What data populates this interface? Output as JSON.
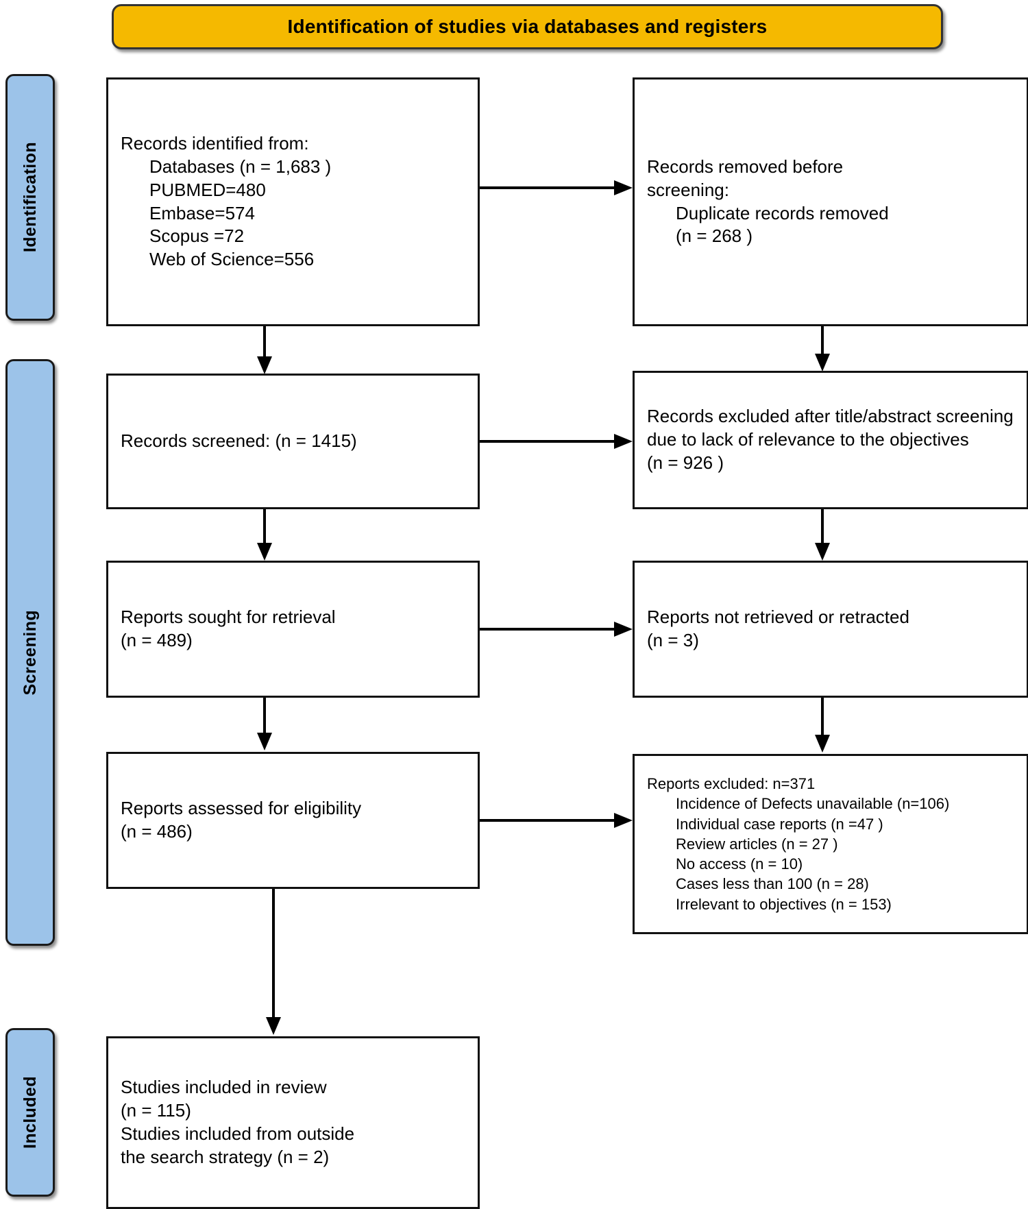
{
  "banner": {
    "title": "Identification of studies via databases and registers",
    "fill": "#F5B900"
  },
  "stages": [
    {
      "id": "identification",
      "label": "Identification",
      "fill": "#9CC3E9"
    },
    {
      "id": "screening",
      "label": "Screening",
      "fill": "#9CC3E9"
    },
    {
      "id": "included",
      "label": "Included",
      "fill": "#9CC3E9"
    }
  ],
  "boxes": {
    "identified": {
      "name": "records-identified-box",
      "lines": [
        {
          "text": "Records identified from:",
          "indent": 0
        },
        {
          "text": "Databases (n = 1,683 )",
          "indent": 1
        },
        {
          "text": "PUBMED=480",
          "indent": 1
        },
        {
          "text": "Embase=574",
          "indent": 1
        },
        {
          "text": "Scopus =72",
          "indent": 1
        },
        {
          "text": "Web of Science=556",
          "indent": 1
        }
      ]
    },
    "removed": {
      "name": "records-removed-box",
      "lines": [
        {
          "text": "Records removed before",
          "indent": 0
        },
        {
          "text": "screening:",
          "indent": 0
        },
        {
          "text": "Duplicate records removed",
          "indent": 1
        },
        {
          "text": "(n = 268 )",
          "indent": 1
        }
      ]
    },
    "screened": {
      "name": "records-screened-box",
      "lines": [
        {
          "text": "Records screened: (n = 1415)",
          "indent": 0
        }
      ]
    },
    "excluded_title": {
      "name": "records-excluded-box",
      "lines": [
        {
          "text": "Records excluded after title/abstract screening due to lack of relevance to the objectives",
          "indent": 0
        },
        {
          "text": "(n = 926 )",
          "indent": 0
        }
      ]
    },
    "sought": {
      "name": "reports-sought-box",
      "lines": [
        {
          "text": "Reports sought for retrieval",
          "indent": 0
        },
        {
          "text": "(n = 489)",
          "indent": 0
        }
      ]
    },
    "not_retrieved": {
      "name": "reports-not-retrieved-box",
      "lines": [
        {
          "text": "Reports not retrieved or retracted",
          "indent": 0
        },
        {
          "text": "(n = 3)",
          "indent": 0
        }
      ]
    },
    "assessed": {
      "name": "reports-assessed-box",
      "lines": [
        {
          "text": "Reports assessed for eligibility",
          "indent": 0
        },
        {
          "text": "(n = 486)",
          "indent": 0
        }
      ]
    },
    "reports_excluded": {
      "name": "reports-excluded-box",
      "lines": [
        {
          "text": "Reports excluded: n=371",
          "indent": 0
        },
        {
          "text": "Incidence of Defects unavailable (n=106)",
          "indent": 1
        },
        {
          "text": "Individual case reports (n =47 )",
          "indent": 1
        },
        {
          "text": "Review articles (n = 27 )",
          "indent": 1
        },
        {
          "text": "No access (n = 10)",
          "indent": 1
        },
        {
          "text": "Cases less than 100 (n = 28)",
          "indent": 1
        },
        {
          "text": "Irrelevant to objectives (n = 153)",
          "indent": 1
        }
      ]
    },
    "included": {
      "name": "studies-included-box",
      "lines": [
        {
          "text": "Studies included in review",
          "indent": 0
        },
        {
          "text": "(n = 115)",
          "indent": 0
        },
        {
          "text": "Studies included from outside",
          "indent": 0
        },
        {
          "text": "the search strategy (n = 2)",
          "indent": 0
        }
      ]
    }
  },
  "chart_data": {
    "type": "diagram",
    "title": "Identification of studies via databases and registers",
    "nodes": [
      {
        "id": "identified",
        "stage": "Identification",
        "column": "left",
        "label": "Records identified from: Databases (n = 1,683 ); PUBMED=480; Embase=574; Scopus =72; Web of Science=556",
        "n": 1683
      },
      {
        "id": "removed",
        "stage": "Identification",
        "column": "right",
        "label": "Records removed before screening: Duplicate records removed",
        "n": 268
      },
      {
        "id": "screened",
        "stage": "Screening",
        "column": "left",
        "label": "Records screened",
        "n": 1415
      },
      {
        "id": "excluded_title",
        "stage": "Screening",
        "column": "right",
        "label": "Records excluded after title/abstract screening due to lack of relevance to the objectives",
        "n": 926
      },
      {
        "id": "sought",
        "stage": "Screening",
        "column": "left",
        "label": "Reports sought for retrieval",
        "n": 489
      },
      {
        "id": "not_retrieved",
        "stage": "Screening",
        "column": "right",
        "label": "Reports not retrieved or retracted",
        "n": 3
      },
      {
        "id": "assessed",
        "stage": "Screening",
        "column": "left",
        "label": "Reports assessed for eligibility",
        "n": 486
      },
      {
        "id": "reports_excluded",
        "stage": "Screening",
        "column": "right",
        "label": "Reports excluded",
        "n": 371,
        "breakdown": [
          {
            "reason": "Incidence of Defects unavailable",
            "n": 106
          },
          {
            "reason": "Individual case reports",
            "n": 47
          },
          {
            "reason": "Review articles",
            "n": 27
          },
          {
            "reason": "No access",
            "n": 10
          },
          {
            "reason": "Cases less than 100",
            "n": 28
          },
          {
            "reason": "Irrelevant to objectives",
            "n": 153
          }
        ]
      },
      {
        "id": "included",
        "stage": "Included",
        "column": "left",
        "label": "Studies included in review",
        "n": 115,
        "extra": {
          "label": "Studies included from outside the search strategy",
          "n": 2
        }
      }
    ],
    "edges": [
      {
        "from": "identified",
        "to": "removed",
        "direction": "right"
      },
      {
        "from": "identified",
        "to": "screened",
        "direction": "down"
      },
      {
        "from": "removed",
        "to": "excluded_title",
        "direction": "down"
      },
      {
        "from": "screened",
        "to": "excluded_title",
        "direction": "right"
      },
      {
        "from": "screened",
        "to": "sought",
        "direction": "down"
      },
      {
        "from": "excluded_title",
        "to": "not_retrieved",
        "direction": "down"
      },
      {
        "from": "sought",
        "to": "not_retrieved",
        "direction": "right"
      },
      {
        "from": "sought",
        "to": "assessed",
        "direction": "down"
      },
      {
        "from": "not_retrieved",
        "to": "reports_excluded",
        "direction": "down"
      },
      {
        "from": "assessed",
        "to": "reports_excluded",
        "direction": "right"
      },
      {
        "from": "assessed",
        "to": "included",
        "direction": "down"
      }
    ]
  }
}
